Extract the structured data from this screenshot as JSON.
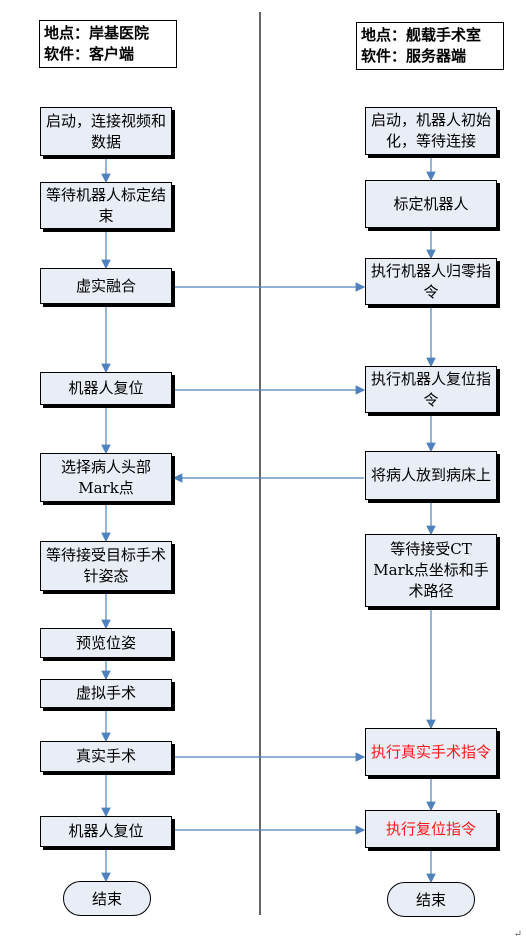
{
  "left_header": {
    "line1": "地点：岸基医院",
    "line2": "软件：客户端"
  },
  "right_header": {
    "line1": "地点：舰载手术室",
    "line2": "软件：服务器端"
  },
  "left_steps": [
    "启动，连接视频和数据",
    "等待机器人标定结束",
    "虚实融合",
    "机器人复位",
    "选择病人头部Mark点",
    "等待接受目标手术针姿态",
    "预览位姿",
    "虚拟手术",
    "真实手术",
    "机器人复位"
  ],
  "right_steps": [
    "启动，机器人初始化，等待连接",
    "标定机器人",
    "执行机器人归零指令",
    "执行机器人复位指令",
    "将病人放到病床上",
    "等待接受CT Mark点坐标和手术路径",
    "执行真实手术指令",
    "执行复位指令"
  ],
  "end_label": "结束",
  "colors": {
    "box_fill": "#e8edf6",
    "arrow": "#4f81bd",
    "highlight_text": "#ff1a1a"
  }
}
